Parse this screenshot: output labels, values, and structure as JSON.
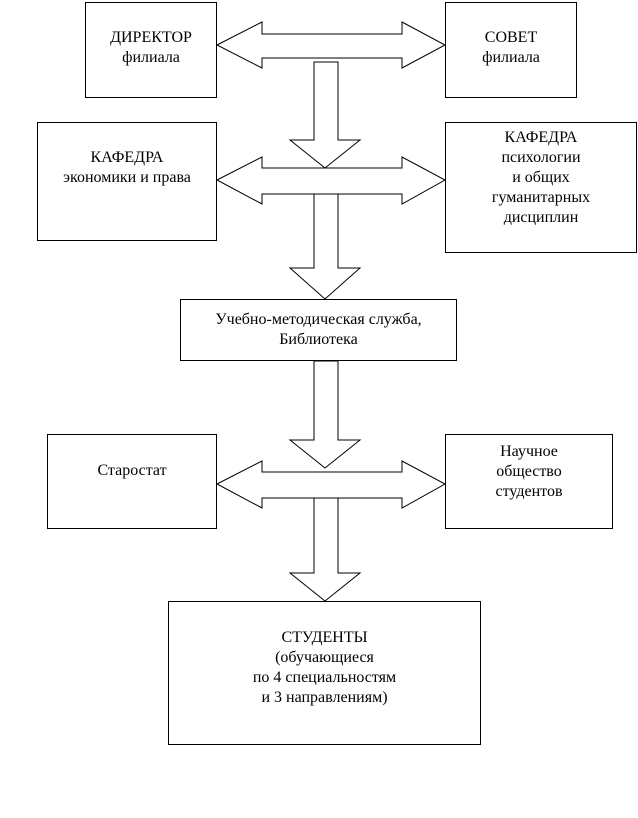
{
  "nodes": {
    "director": {
      "lines": [
        "ДИРЕКТОР",
        "филиала"
      ]
    },
    "council": {
      "lines": [
        "СОВЕТ",
        "филиала"
      ]
    },
    "dept_econ": {
      "lines": [
        "КАФЕДРА",
        "экономики и права"
      ]
    },
    "dept_psych": {
      "lines": [
        "КАФЕДРА",
        "психологии",
        "и общих",
        "гуманитарных",
        "дисциплин"
      ]
    },
    "service": {
      "lines": [
        "Учебно-методическая служба,",
        "Библиотека"
      ]
    },
    "starostat": {
      "lines": [
        "Старостат"
      ]
    },
    "society": {
      "lines": [
        "Научное",
        "общество",
        "студентов"
      ]
    },
    "students": {
      "lines": [
        "СТУДЕНТЫ",
        "(обучающиеся",
        "по 4 специальностям",
        "и 3 направлениям)"
      ]
    }
  },
  "edges": [
    {
      "from": "director",
      "to": "council",
      "type": "double-arrow"
    },
    {
      "from": "director",
      "to": "dept_econ",
      "type": "down-arrow"
    },
    {
      "from": "dept_econ",
      "to": "dept_psych",
      "type": "double-arrow"
    },
    {
      "from": "dept_econ",
      "to": "service",
      "type": "down-arrow"
    },
    {
      "from": "service",
      "to": "starostat",
      "type": "down-arrow"
    },
    {
      "from": "starostat",
      "to": "society",
      "type": "double-arrow"
    },
    {
      "from": "starostat",
      "to": "students",
      "type": "down-arrow"
    }
  ]
}
